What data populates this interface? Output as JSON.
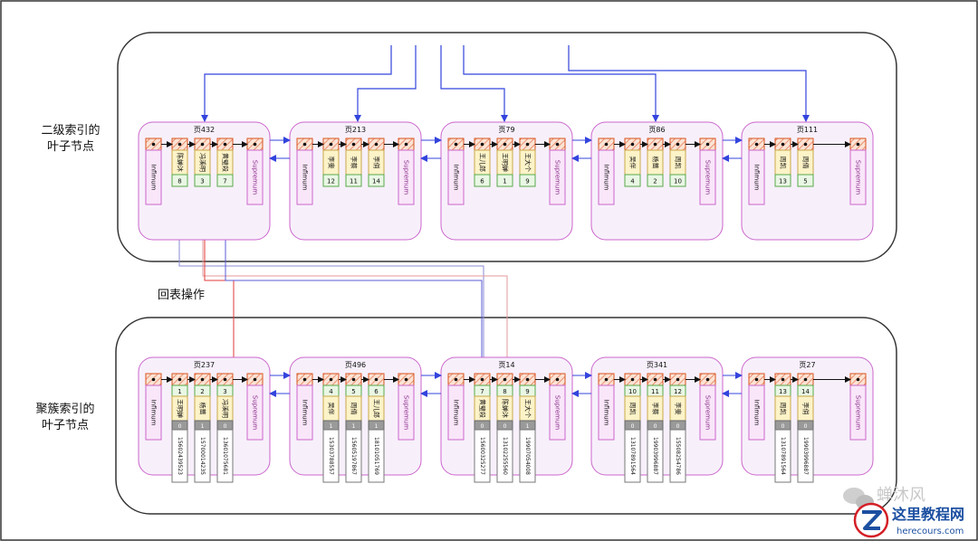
{
  "labels": {
    "secondary_title_line1": "二级索引的",
    "secondary_title_line2": "叶子节点",
    "back_to_table": "回表操作",
    "clustered_title_line1": "聚簇索引的",
    "clustered_title_line2": "叶子节点",
    "infimum": "Infimum",
    "supremum": "Supremum"
  },
  "watermark": {
    "wechat_name": "蝉沐风",
    "site_name": "这里教程网",
    "site_url": "herecours.com"
  },
  "secondary_pages": [
    {
      "title": "页432",
      "records": [
        {
          "name": "陈蝉沐",
          "id": "8"
        },
        {
          "name": "冯溪明",
          "id": "3"
        },
        {
          "name": "黄璧段",
          "id": "7"
        }
      ]
    },
    {
      "title": "页213",
      "records": [
        {
          "name": "李斐",
          "id": "12"
        },
        {
          "name": "李蔡",
          "id": "11"
        },
        {
          "name": "李俏",
          "id": "14"
        }
      ]
    },
    {
      "title": "页79",
      "records": [
        {
          "name": "王儿郎",
          "id": "6"
        },
        {
          "name": "王明蝉",
          "id": "1"
        },
        {
          "name": "王大个",
          "id": "9"
        }
      ]
    },
    {
      "title": "页86",
      "records": [
        {
          "name": "吴伴",
          "id": "4"
        },
        {
          "name": "杨蔷",
          "id": "2"
        },
        {
          "name": "周凯",
          "id": "10"
        }
      ]
    },
    {
      "title": "页111",
      "records": [
        {
          "name": "周凯",
          "id": "13"
        },
        {
          "name": "周倩",
          "id": "5"
        }
      ]
    }
  ],
  "clustered_pages": [
    {
      "title": "页237",
      "records": [
        {
          "id": "1",
          "name": "王明蝉",
          "gender": "0",
          "phone": "15602439523"
        },
        {
          "id": "2",
          "name": "杨蔷",
          "gender": "1",
          "phone": "15700014235"
        },
        {
          "id": "3",
          "name": "冯溪明",
          "gender": "0",
          "phone": "13601075681"
        }
      ]
    },
    {
      "title": "页496",
      "records": [
        {
          "id": "4",
          "name": "吴伴",
          "gender": "1",
          "phone": "15303788557"
        },
        {
          "id": "5",
          "name": "周倩",
          "gender": "1",
          "phone": "15605197867"
        },
        {
          "id": "6",
          "name": "王儿郎",
          "gender": "1",
          "phone": "18101051769"
        }
      ]
    },
    {
      "title": "页14",
      "records": [
        {
          "id": "7",
          "name": "黄璧段",
          "gender": "0",
          "phone": "15600325277"
        },
        {
          "id": "8",
          "name": "陈蝉沐",
          "gender": "0",
          "phone": "13102255560"
        },
        {
          "id": "9",
          "name": "王大个",
          "gender": "1",
          "phone": "19907054008"
        }
      ]
    },
    {
      "title": "页341",
      "records": [
        {
          "id": "10",
          "name": "周凯",
          "gender": "0",
          "phone": "13107891564"
        },
        {
          "id": "11",
          "name": "李蔡",
          "gender": "0",
          "phone": "19903996887"
        },
        {
          "id": "12",
          "name": "李斐",
          "gender": "0",
          "phone": "15508254786"
        }
      ]
    },
    {
      "title": "页27",
      "records": [
        {
          "id": "13",
          "name": "周凯",
          "gender": "0",
          "phone": "13107891564"
        },
        {
          "id": "14",
          "name": "李俏",
          "gender": "0",
          "phone": "19903996887"
        }
      ]
    }
  ]
}
